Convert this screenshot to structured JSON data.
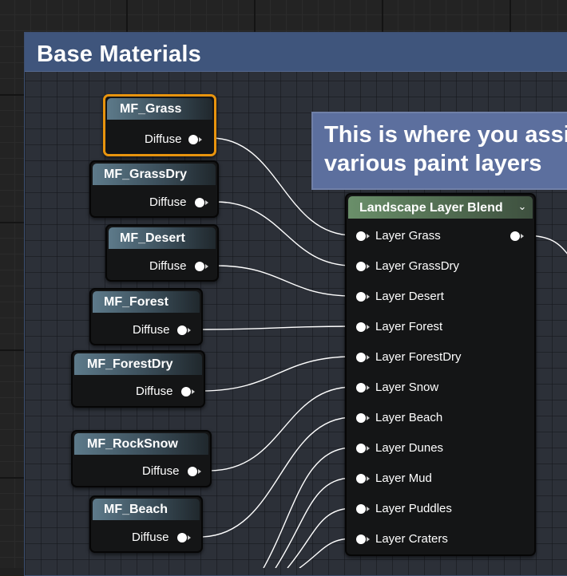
{
  "comment": {
    "title": "Base Materials"
  },
  "note": {
    "line1": "This is where you assig",
    "line2": "various paint layers"
  },
  "functions": [
    {
      "title": "MF_Grass",
      "output": "Diffuse",
      "selected": true
    },
    {
      "title": "MF_GrassDry",
      "output": "Diffuse",
      "selected": false
    },
    {
      "title": "MF_Desert",
      "output": "Diffuse",
      "selected": false
    },
    {
      "title": "MF_Forest",
      "output": "Diffuse",
      "selected": false
    },
    {
      "title": "MF_ForestDry",
      "output": "Diffuse",
      "selected": false
    },
    {
      "title": "MF_RockSnow",
      "output": "Diffuse",
      "selected": false
    },
    {
      "title": "MF_Beach",
      "output": "Diffuse",
      "selected": false
    }
  ],
  "blend": {
    "title": "Landscape Layer Blend",
    "collapse_icon": "chevron-down-icon",
    "inputs": [
      "Layer Grass",
      "Layer GrassDry",
      "Layer Desert",
      "Layer Forest",
      "Layer ForestDry",
      "Layer Snow",
      "Layer Beach",
      "Layer Dunes",
      "Layer Mud",
      "Layer Puddles",
      "Layer Craters"
    ]
  },
  "colors": {
    "selection": "#e8940e",
    "comment_header": "#3f557c",
    "note": "#5c6f9e",
    "function_header": "#5d7a8a",
    "blend_header": "#6a8f6a",
    "wire": "#ffffff"
  }
}
